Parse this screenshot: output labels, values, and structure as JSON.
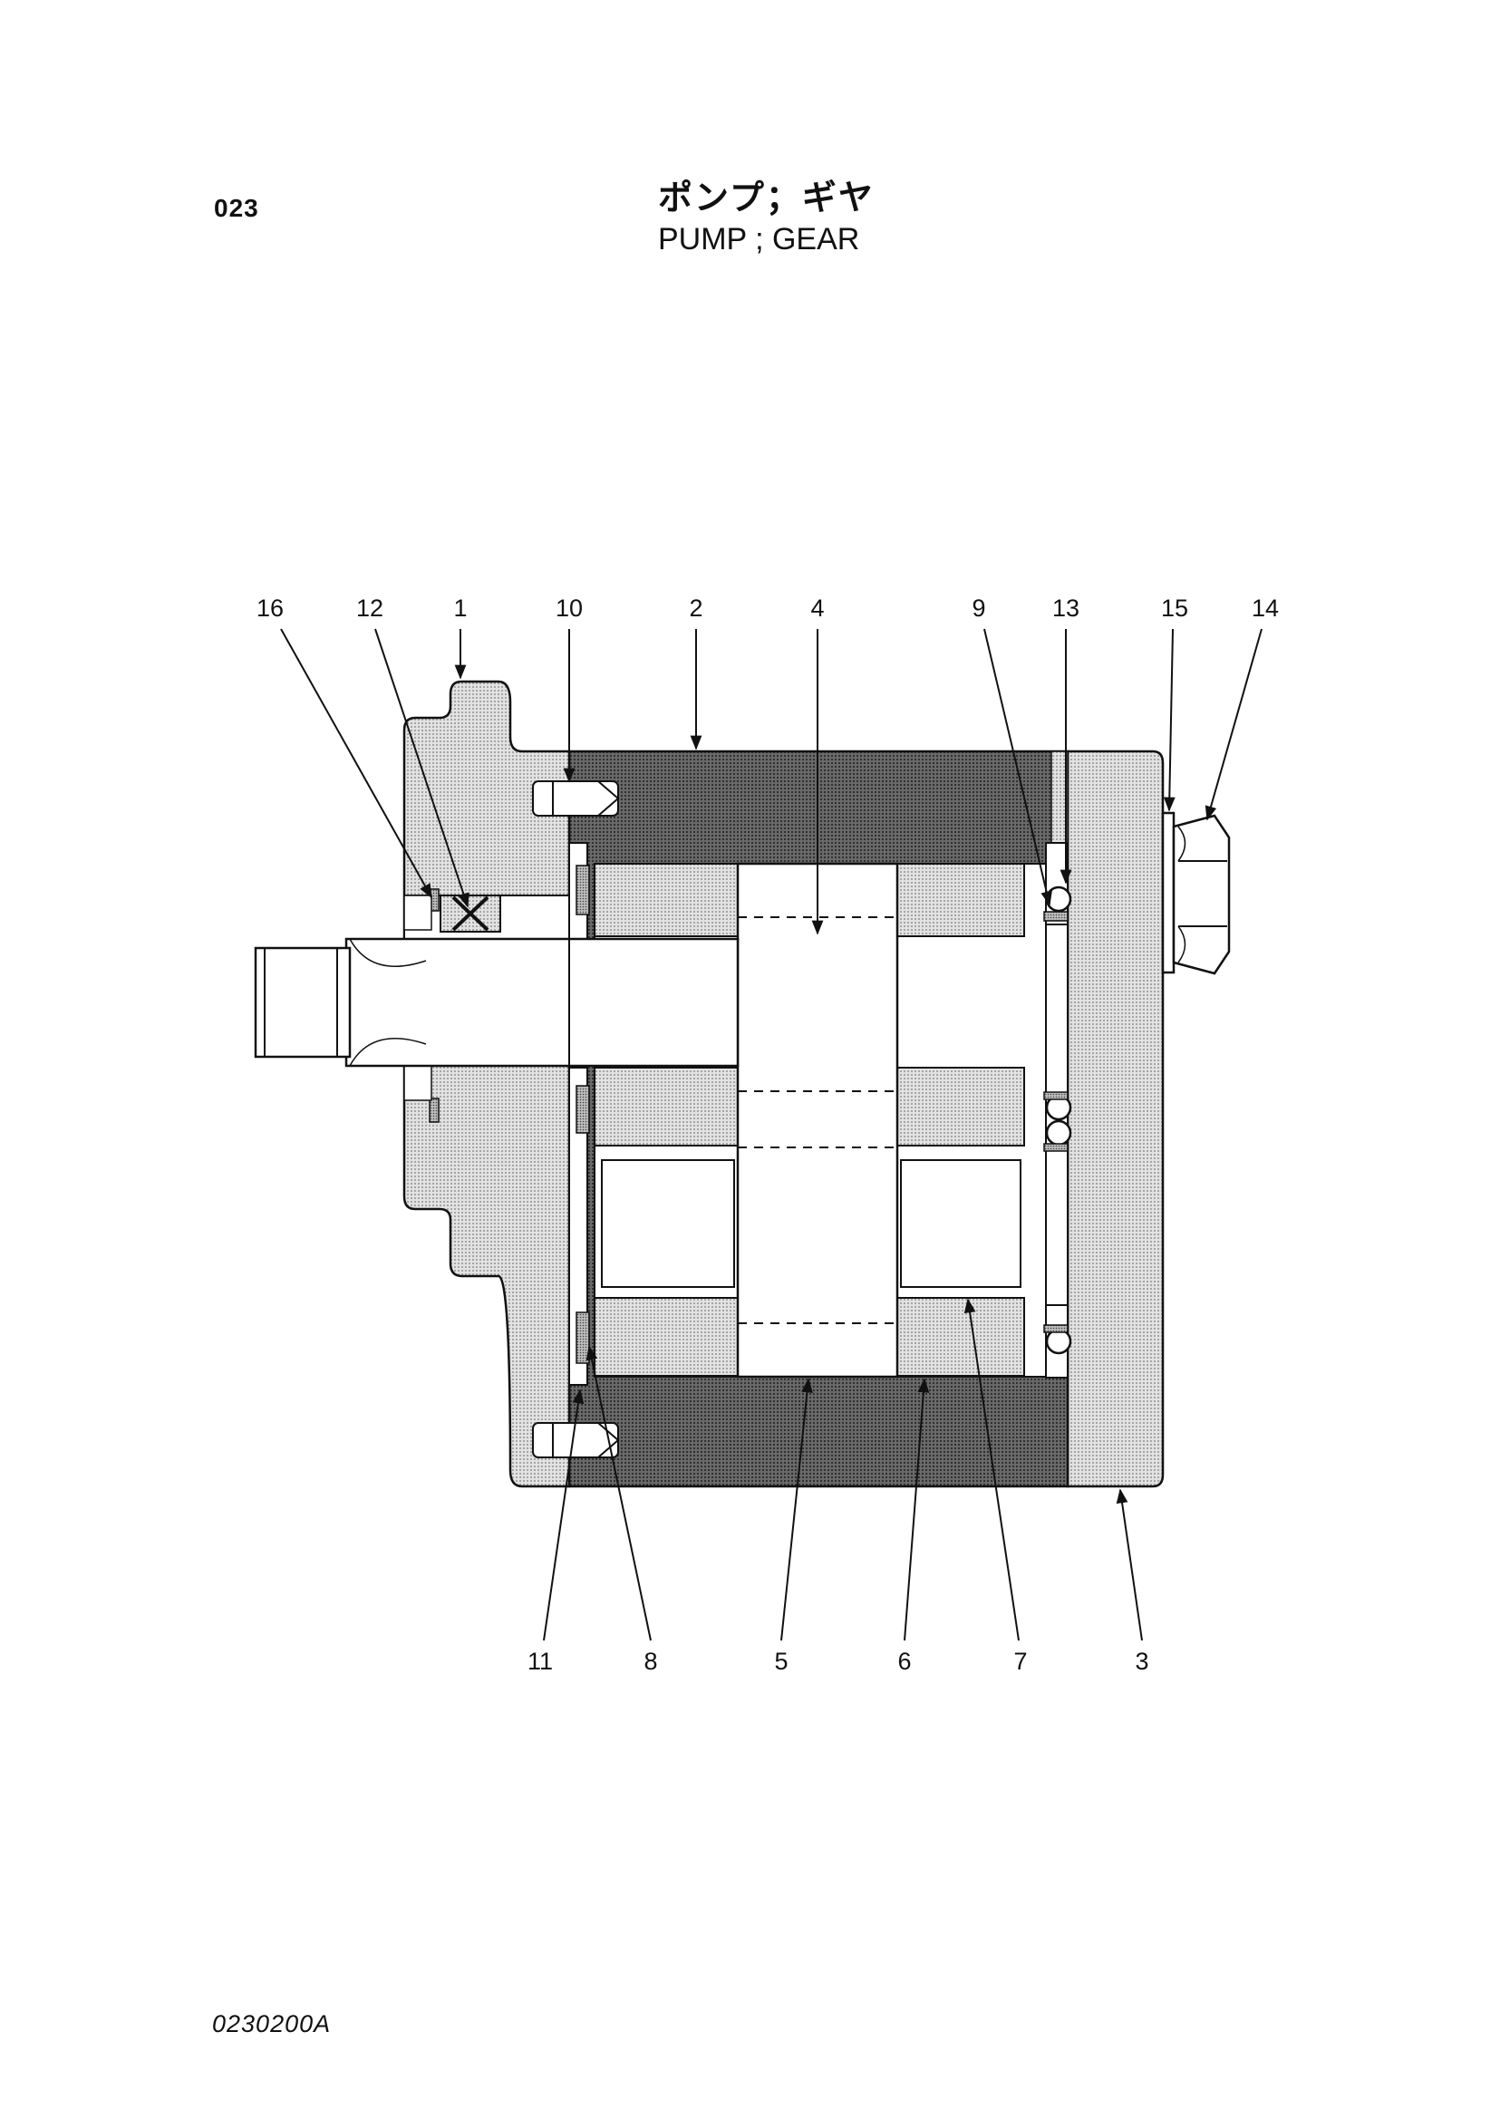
{
  "page_number": "023",
  "title_jp": "ポンプ；ギヤ",
  "title_en": "PUMP ; GEAR",
  "doc_code": "0230200A",
  "callouts": {
    "c16": "16",
    "c12": "12",
    "c1": "1",
    "c10": "10",
    "c2": "2",
    "c4": "4",
    "c9": "9",
    "c13": "13",
    "c15": "15",
    "c14": "14",
    "c11": "11",
    "c8": "8",
    "c5": "5",
    "c6": "6",
    "c7": "7",
    "c3": "3"
  },
  "colors": {
    "housing": "#cfcfcf",
    "body": "#555555",
    "seal": "#8a8a8a",
    "line": "#111111"
  }
}
